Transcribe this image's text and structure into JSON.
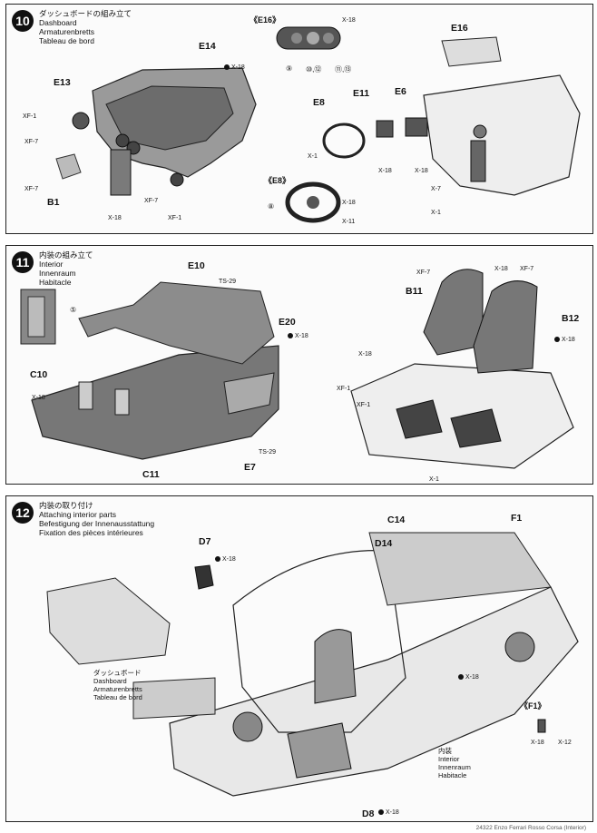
{
  "step10": {
    "number": "10",
    "title_jp": "ダッシュボードの組み立て",
    "title_en": "Dashboard",
    "title_de": "Armaturenbretts",
    "title_fr": "Tableau de bord",
    "labels": {
      "e14": "E14",
      "e13": "E13",
      "b1": "B1",
      "e16_detail": "《E16》",
      "e8": "E8",
      "e8_detail": "《E8》",
      "e11": "E11",
      "e6": "E6",
      "e16": "E16"
    },
    "parts": {
      "x18_a": "X-18",
      "xf1_a": "XF-1",
      "xf7_a": "XF-7",
      "xf7_b": "XF-7",
      "xf7_c": "XF-7",
      "xf1_b": "XF-1",
      "x18_b": "X-18",
      "x18_c": "X-18",
      "x1_a": "X-1",
      "x18_d": "X-18",
      "x11": "X-11",
      "x18_e": "X-18",
      "x18_f": "X-18",
      "x7": "X-7",
      "x1_b": "X-1"
    },
    "circled": {
      "c9": "⑨",
      "c10_12": "⑩,⑫",
      "c11_13": "⑪,⑬",
      "c8": "⑧"
    }
  },
  "step11": {
    "number": "11",
    "title_jp": "内装の組み立て",
    "title_en": "Interior",
    "title_de": "Innenraum",
    "title_fr": "Habitacle",
    "labels": {
      "e10": "E10",
      "e20": "E20",
      "c10": "C10",
      "c11": "C11",
      "e7": "E7",
      "b11": "B11",
      "b12": "B12"
    },
    "parts": {
      "ts29_a": "TS-29",
      "x18_a": "X-18",
      "x18_b": "X-18",
      "ts29_b": "TS-29",
      "xf7_a": "XF-7",
      "x18_c": "X-18",
      "xf7_b": "XF-7",
      "x18_d": "X-18",
      "x18_e": "X-18",
      "xf1_a": "XF-1",
      "xf1_b": "XF-1",
      "x1": "X-1"
    },
    "circled": {
      "c5": "⑤"
    }
  },
  "step12": {
    "number": "12",
    "title_jp": "内装の取り付け",
    "title_en": "Attaching interior parts",
    "title_de": "Befestigung der Innenausstattung",
    "title_fr": "Fixation des pièces intérieures",
    "labels": {
      "d7": "D7",
      "c14": "C14",
      "d14": "D14",
      "f1": "F1",
      "d8": "D8",
      "f1_detail": "《F1》"
    },
    "parts": {
      "x18_a": "X-18",
      "x18_b": "X-18",
      "x18_c": "X-18",
      "x18_d": "X-18",
      "x12": "X-12"
    },
    "notes": {
      "dash_jp": "ダッシュボード",
      "dash_en": "Dashboard",
      "dash_de": "Armaturenbretts",
      "dash_fr": "Tableau de bord",
      "int_jp": "内装",
      "int_en": "Interior",
      "int_de": "Innenraum",
      "int_fr": "Habitacle"
    }
  },
  "footer": "24322 Enzo Ferrari Rosso Corsa (Interior)"
}
